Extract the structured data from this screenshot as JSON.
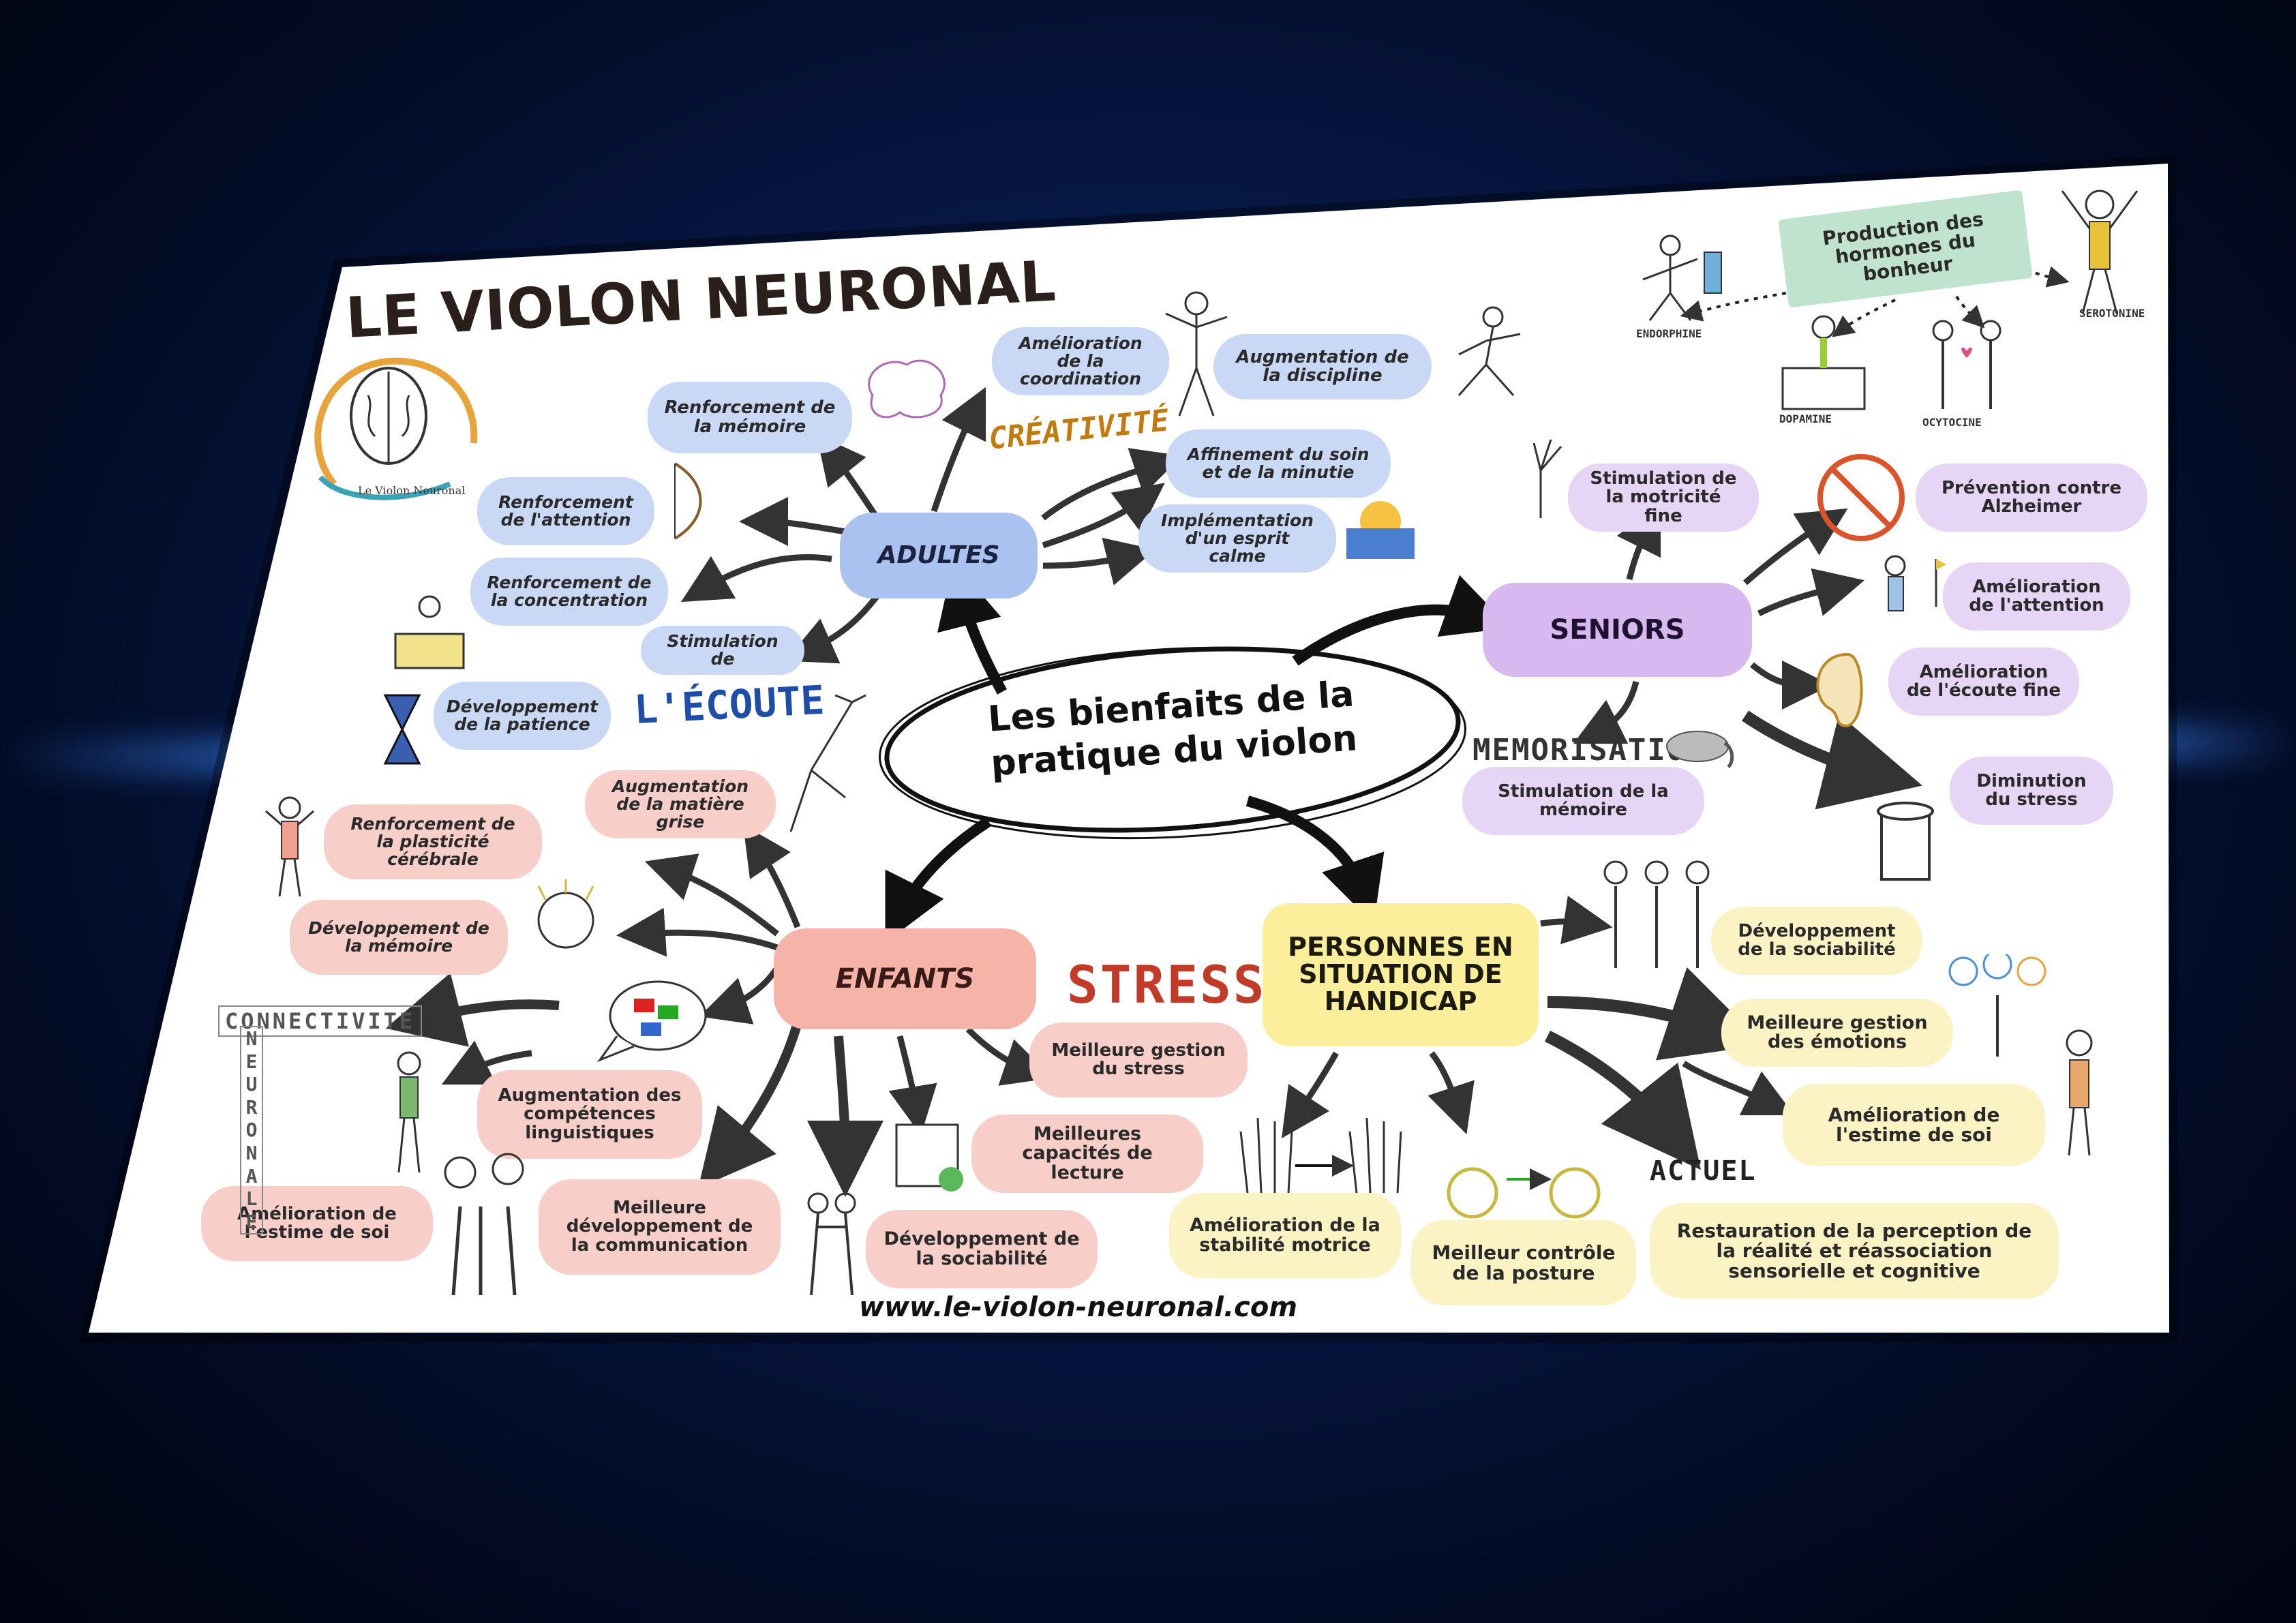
{
  "title": "LE VIOLON NEURONAL",
  "logo_caption": "Le Violon Neuronal",
  "center": "Les bienfaits de la pratique du violon",
  "website": "www.le-violon-neuronal.com",
  "branches": {
    "adultes": {
      "label": "ADULTES",
      "items": [
        "Renforcement de la mémoire",
        "Amélioration de la coordination",
        "Augmentation de la discipline",
        "Affinement du soin et de la minutie",
        "Implémentation d'un esprit calme",
        "Renforcement de l'attention",
        "Renforcement de la concentration",
        "Stimulation de",
        "Développement de la patience"
      ]
    },
    "seniors": {
      "label": "SENIORS",
      "items": [
        "Stimulation de la motricité fine",
        "Prévention contre Alzheimer",
        "Amélioration de l'attention",
        "Amélioration de l'écoute fine",
        "Diminution du stress",
        "Stimulation de la mémoire"
      ]
    },
    "enfants": {
      "label": "ENFANTS",
      "items": [
        "Augmentation de la matière grise",
        "Renforcement de la plasticité cérébrale",
        "Développement de la mémoire",
        "Augmentation des compétences linguistiques",
        "Amélioration de l'estime de soi",
        "Meilleure développement de la communication",
        "Développement de la sociabilité",
        "Meilleures capacités de lecture",
        "Meilleure gestion du stress"
      ]
    },
    "handicap": {
      "label": "PERSONNES EN SITUATION DE HANDICAP",
      "items": [
        "Développement de la sociabilité",
        "Meilleure gestion des émotions",
        "Amélioration de l'estime de soi",
        "Amélioration de la stabilité motrice",
        "Meilleur contrôle de la posture",
        "Restauration de la perception de la réalité et réassociation sensorielle et cognitive"
      ]
    }
  },
  "illustration_words": {
    "creativite": "CRÉATIVITÉ",
    "ecoute": "L'ÉCOUTE",
    "memorisation": "MEMORISATION",
    "connectivite": "CONNECTIVITE",
    "neuronale": "NEURONALE",
    "stress": "STRESS",
    "actuel": "ACTUEL",
    "hormones": "Production des hormones du bonheur",
    "endorphine": "ENDORPHINE",
    "dopamine": "DOPAMINE",
    "ocytocine": "OCYTOCINE",
    "serotonine": "SEROTONINE"
  },
  "colors": {
    "adultes": "#a9c2f0",
    "enfants": "#f6b3a8",
    "seniors": "#d7b8ef",
    "handicap": "#fbef9c"
  }
}
